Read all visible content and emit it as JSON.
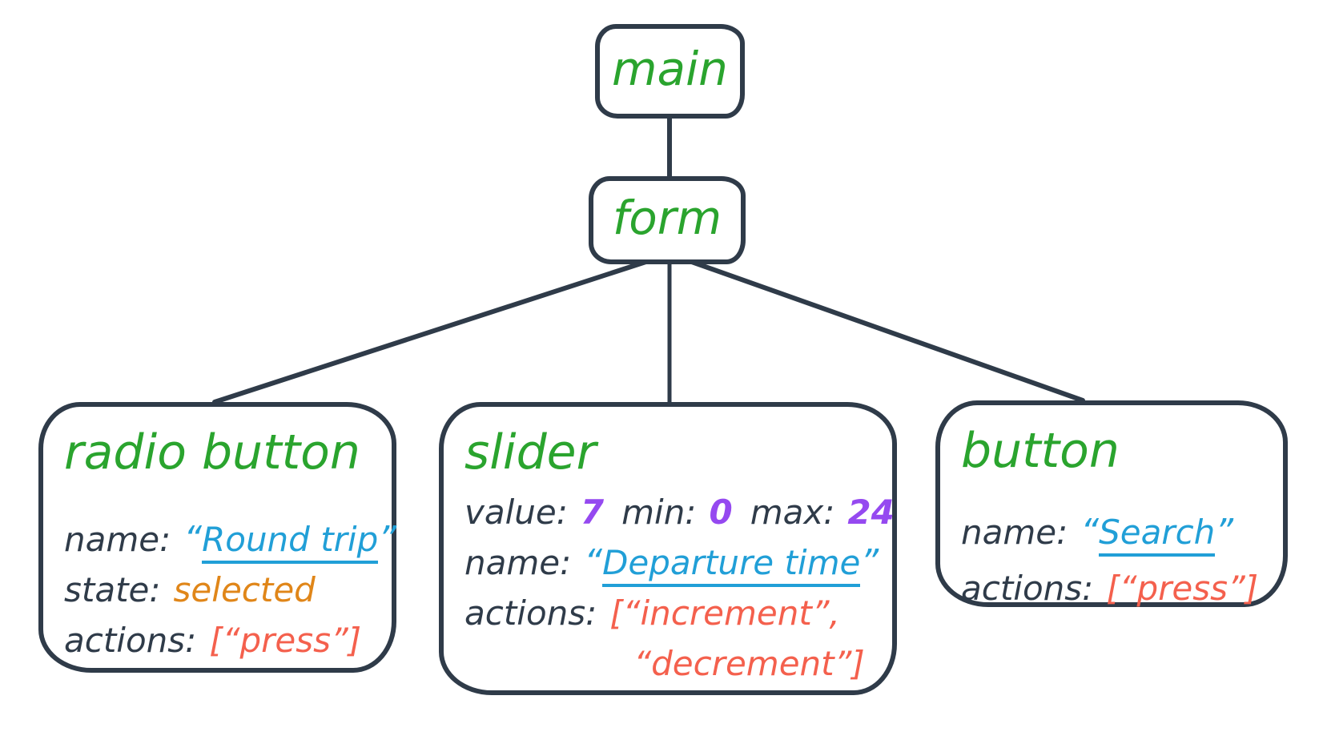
{
  "colors": {
    "ink": "#2f3b49",
    "node_green": "#2aa42e",
    "value_cyan": "#219fd7",
    "state_orange": "#e08619",
    "actions_salmon": "#f4604d",
    "number_purple": "#9549f0"
  },
  "tree": {
    "root": {
      "label": "main"
    },
    "form": {
      "label": "form"
    },
    "children": {
      "radio_button": {
        "title": "radio button",
        "rows": {
          "name": {
            "label": "name:",
            "open_quote": "“",
            "value": "Round trip",
            "close_quote": "”"
          },
          "state": {
            "label": "state:",
            "value": "selected"
          },
          "actions": {
            "label": "actions:",
            "value": "[“press”]"
          }
        }
      },
      "slider": {
        "title": "slider",
        "rows": {
          "value": {
            "label": "value:",
            "value": "7",
            "min_label": "min:",
            "min": "0",
            "max_label": "max:",
            "max": "24"
          },
          "name": {
            "label": "name:",
            "open_quote": "“",
            "value": "Departure time",
            "close_quote": "”"
          },
          "actions": {
            "label": "actions:",
            "line1": "[“increment”,",
            "line2": "“decrement”]"
          }
        }
      },
      "button": {
        "title": "button",
        "rows": {
          "name": {
            "label": "name:",
            "open_quote": "“",
            "value": "Search",
            "close_quote": "”"
          },
          "actions": {
            "label": "actions:",
            "value": "[“press”]"
          }
        }
      }
    }
  }
}
